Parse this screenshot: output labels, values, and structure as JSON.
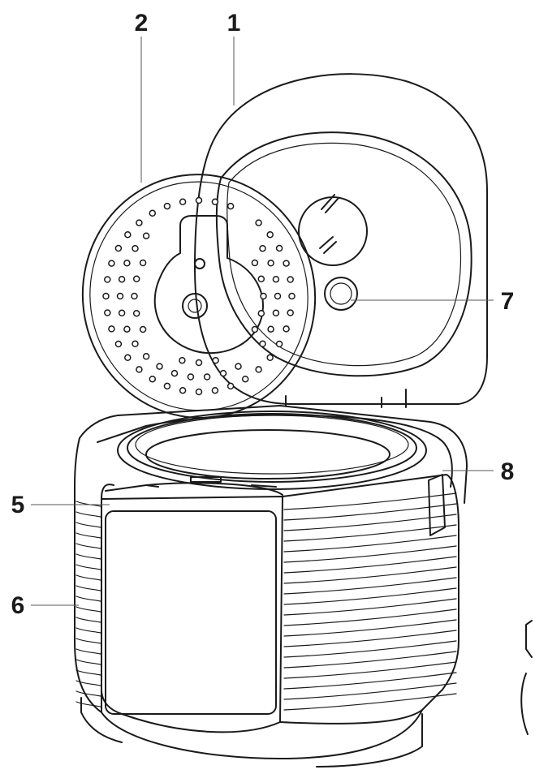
{
  "callouts": [
    {
      "id": "lid",
      "label": "1"
    },
    {
      "id": "steam-plate",
      "label": "2"
    },
    {
      "id": "front-panel",
      "label": "5"
    },
    {
      "id": "housing",
      "label": "6"
    },
    {
      "id": "lid-valve",
      "label": "7"
    },
    {
      "id": "side-handle",
      "label": "8"
    }
  ]
}
